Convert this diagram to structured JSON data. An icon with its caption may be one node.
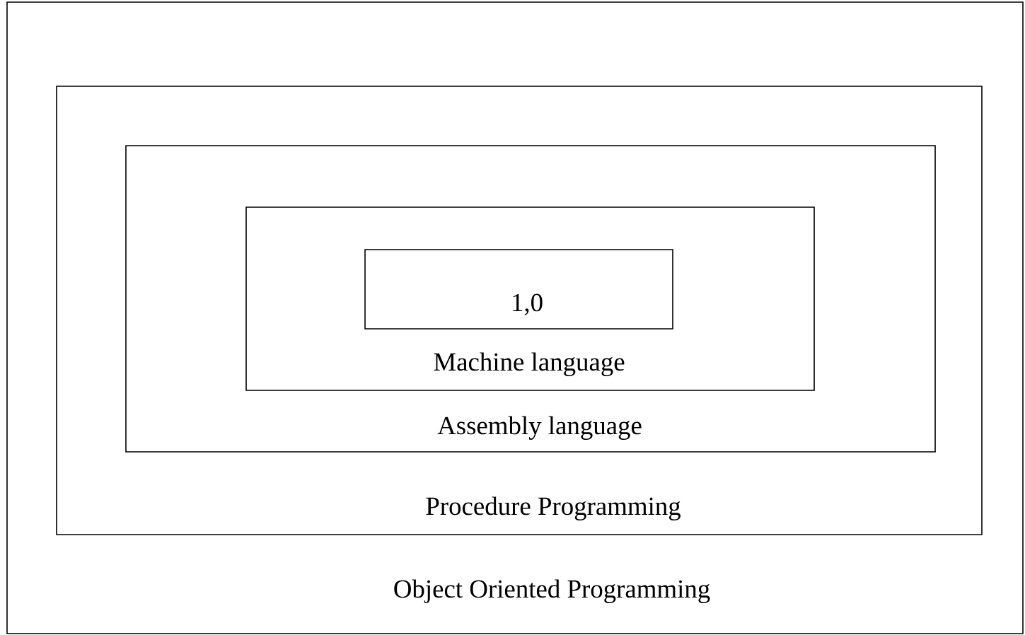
{
  "diagram": {
    "nodes": [
      {
        "text": [
          "Object Oriented Programming"
        ]
      },
      {
        "text": [
          "Procedure Programming"
        ],
        "in": 0
      },
      {
        "text": [
          "Assembly language"
        ],
        "in": 1
      },
      {
        "text": [
          "Machine language"
        ],
        "in": 2
      },
      {
        "text": [
          "1,0"
        ],
        "in": 3
      }
    ]
  }
}
